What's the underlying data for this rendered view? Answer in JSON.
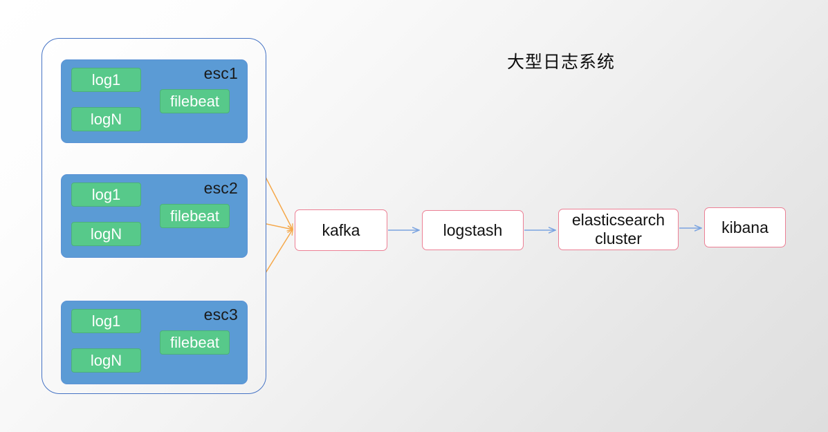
{
  "diagram": {
    "title": "大型日志系统",
    "background_start": "#ffffff",
    "background_end": "#dedede",
    "group": {
      "name": "server-group",
      "border_color": "#4472c4",
      "hosts": [
        {
          "label": "esc1",
          "color": "#5b9bd5",
          "chips": [
            {
              "label": "log1",
              "color": "#57c98a"
            },
            {
              "label": "logN",
              "color": "#57c98a"
            },
            {
              "label": "filebeat",
              "color": "#57c98a"
            }
          ]
        },
        {
          "label": "esc2",
          "color": "#5b9bd5",
          "chips": [
            {
              "label": "log1",
              "color": "#57c98a"
            },
            {
              "label": "logN",
              "color": "#57c98a"
            },
            {
              "label": "filebeat",
              "color": "#57c98a"
            }
          ]
        },
        {
          "label": "esc3",
          "color": "#5b9bd5",
          "chips": [
            {
              "label": "log1",
              "color": "#57c98a"
            },
            {
              "label": "logN",
              "color": "#57c98a"
            },
            {
              "label": "filebeat",
              "color": "#57c98a"
            }
          ]
        }
      ]
    },
    "pipeline": {
      "border_color": "#ec7f94",
      "arrow_color": "#7aa3e0",
      "feeder_arrow_color": "#f5a84a",
      "nodes": [
        {
          "label": "kafka"
        },
        {
          "label": "logstash"
        },
        {
          "label": "elasticsearch\ncluster"
        },
        {
          "label": "kibana"
        }
      ]
    }
  }
}
